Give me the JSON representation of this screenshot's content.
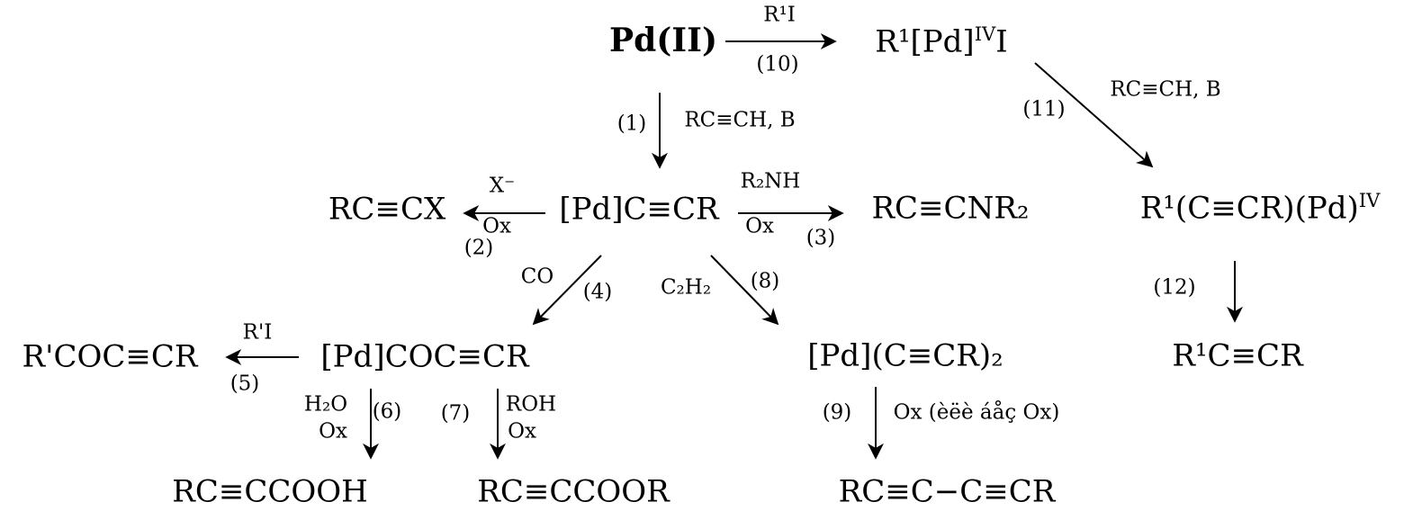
{
  "scheme": {
    "nodes": {
      "pd2": "Pd(II)",
      "r1pdI": {
        "pre": "R¹[Pd]",
        "sup": "IV",
        "post": "I"
      },
      "rccx": "RC≡CX",
      "pdccr": "[Pd]C≡CR",
      "rccnr2": "RC≡CNR₂",
      "r1ccrpd": {
        "pre": "R¹(C≡CR)(Pd)",
        "sup": "IV",
        "post": ""
      },
      "pdcoccr": "[Pd]COC≡CR",
      "rpcoccr": "R'COC≡CR",
      "rcccooh": "RC≡CCOOH",
      "rcccoor": "RC≡CCOOR",
      "pdccr2": "[Pd](C≡CR)₂",
      "diyne": "RC≡C−C≡CR",
      "r1ccr": "R¹C≡CR"
    },
    "labels": {
      "step10_reagent": "R¹I",
      "step10": "(10)",
      "step1": "(1)",
      "step1_reagent": "RC≡CH, B",
      "step11": "(11)",
      "step11_reagent": "RC≡CH, B",
      "step2_reagent": "X⁻",
      "step2_ox": "Ox",
      "step2": "(2)",
      "step3_reagent": "R₂NH",
      "step3_ox": "Ox",
      "step3": "(3)",
      "step4_reagent": "CO",
      "step4": "(4)",
      "step8_reagent": "C₂H₂",
      "step8": "(8)",
      "step5_reagent": "R'I",
      "step5": "(5)",
      "step6_reagent1": "H₂O",
      "step6_reagent2": "Ox",
      "step6": "(6)",
      "step7": "(7)",
      "step7_reagent1": "ROH",
      "step7_reagent2": "Ox",
      "step9": "(9)",
      "step9_reagent": "Ox (èëè áåç Ox)",
      "step12": "(12)"
    }
  }
}
